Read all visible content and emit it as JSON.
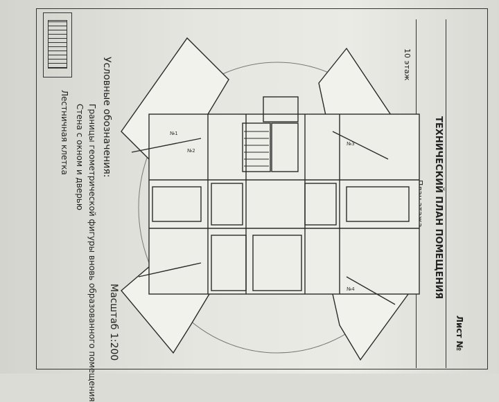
{
  "sheet": {
    "title": "ТЕХНИЧЕСКИЙ ПЛАН ПОМЕЩЕНИЯ",
    "subtitle": "План этажа",
    "sheet_label": "Лист №",
    "floor_label": "10 этаж"
  },
  "legend": {
    "title": "Условные обозначения:",
    "items": [
      "Границы геометрической фигуры вновь образованного помещения",
      "Стена с окном и дверью",
      "Лестничная клетка"
    ]
  },
  "scale": {
    "label": "Масштаб 1:200"
  },
  "room_labels": [
    "№1",
    "№2",
    "№3",
    "№4"
  ]
}
